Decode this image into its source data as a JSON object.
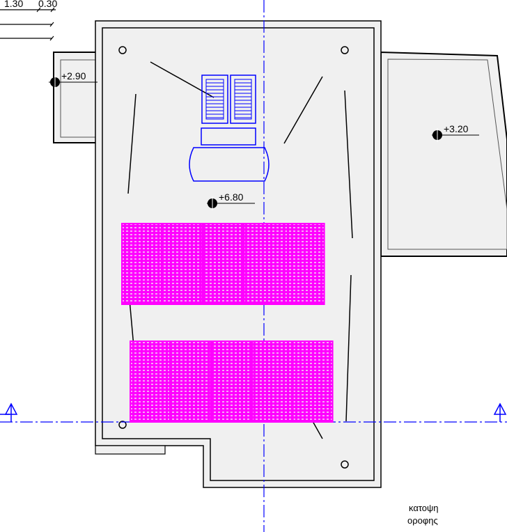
{
  "dimensions": {
    "d1": "1.30",
    "d2": "0.30"
  },
  "levels": {
    "left_wing": "+2.90",
    "right_wing": "+3.20",
    "roof": "+6.80"
  },
  "title": {
    "line1": "κατοψη",
    "line2": "οροφης"
  },
  "solar_panels": {
    "row1_count": 5,
    "row2_count": 5
  },
  "colors": {
    "panel": "#ff00ff",
    "equipment": "#0000ff",
    "axis": "#0000ff",
    "slab": "#f0f0f0"
  }
}
